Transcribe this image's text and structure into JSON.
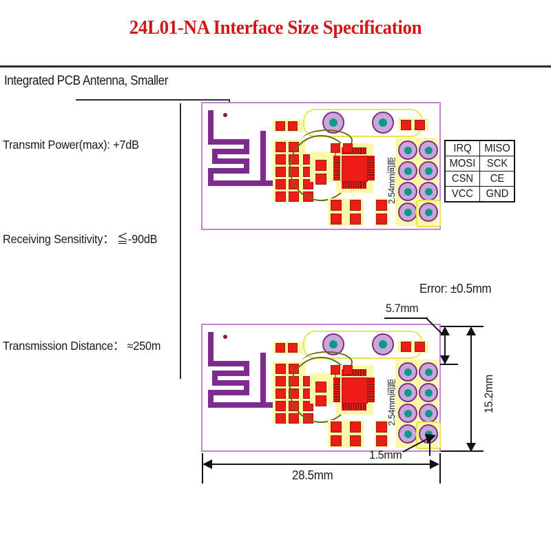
{
  "header": {
    "title": "24L01-NA Interface Size Specification",
    "subtitle": "Integrated PCB Antenna, Smaller"
  },
  "specs": [
    "Transmit Power(max): +7dB",
    "Receiving Sensitivity： ≦-90dB",
    "Transmission Distance： ≈250m"
  ],
  "pin_table": {
    "rows": [
      {
        "left": "IRQ",
        "right": "MISO"
      },
      {
        "left": "MOSI",
        "right": "SCK"
      },
      {
        "left": "CSN",
        "right": "CE"
      },
      {
        "left": "VCC",
        "right": "GND"
      }
    ]
  },
  "board": {
    "pitch_label": "2.54mm间距",
    "outline_color": "#c583d2",
    "antenna_color": "#7e2b90",
    "pad_color": "#ec1c16",
    "silk_color": "#f7f49a",
    "via_ring_color": "#7e2b90",
    "via_center_color": "#10968f"
  },
  "dimensions": {
    "error": "Error: ±0.5mm",
    "top_gap": "5.7mm",
    "height": "15.2mm",
    "pin_offset": "1.5mm",
    "width": "28.5mm"
  }
}
